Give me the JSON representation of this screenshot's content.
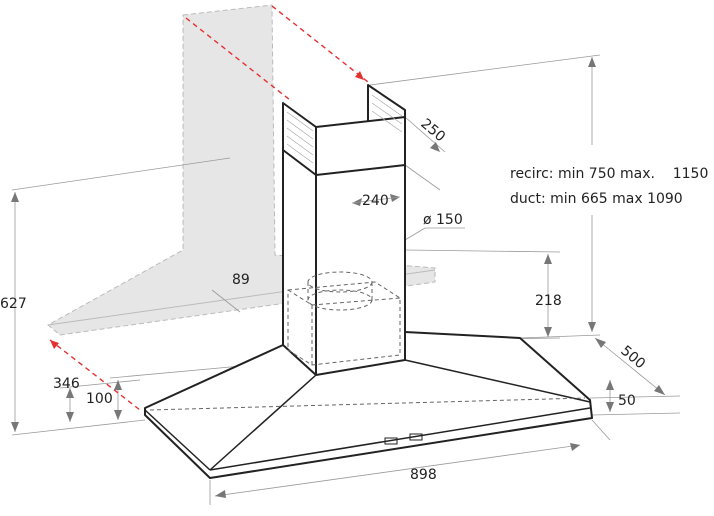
{
  "dimensions": {
    "chimney_depth": "250",
    "chimney_width": "240",
    "duct_diameter": "ø 150",
    "shelf": "89",
    "total_height": "627",
    "height_346": "346",
    "height_100": "100",
    "motor_height": "218",
    "hood_depth": "500",
    "hood_edge": "50",
    "hood_width": "898"
  },
  "notes": {
    "recirc": "recirc: min 750 max.    1150",
    "duct": "duct: min 665 max 1090"
  },
  "colors": {
    "wall": "#e6e6e6",
    "red_guide": "#e53030",
    "outline": "#222222"
  }
}
